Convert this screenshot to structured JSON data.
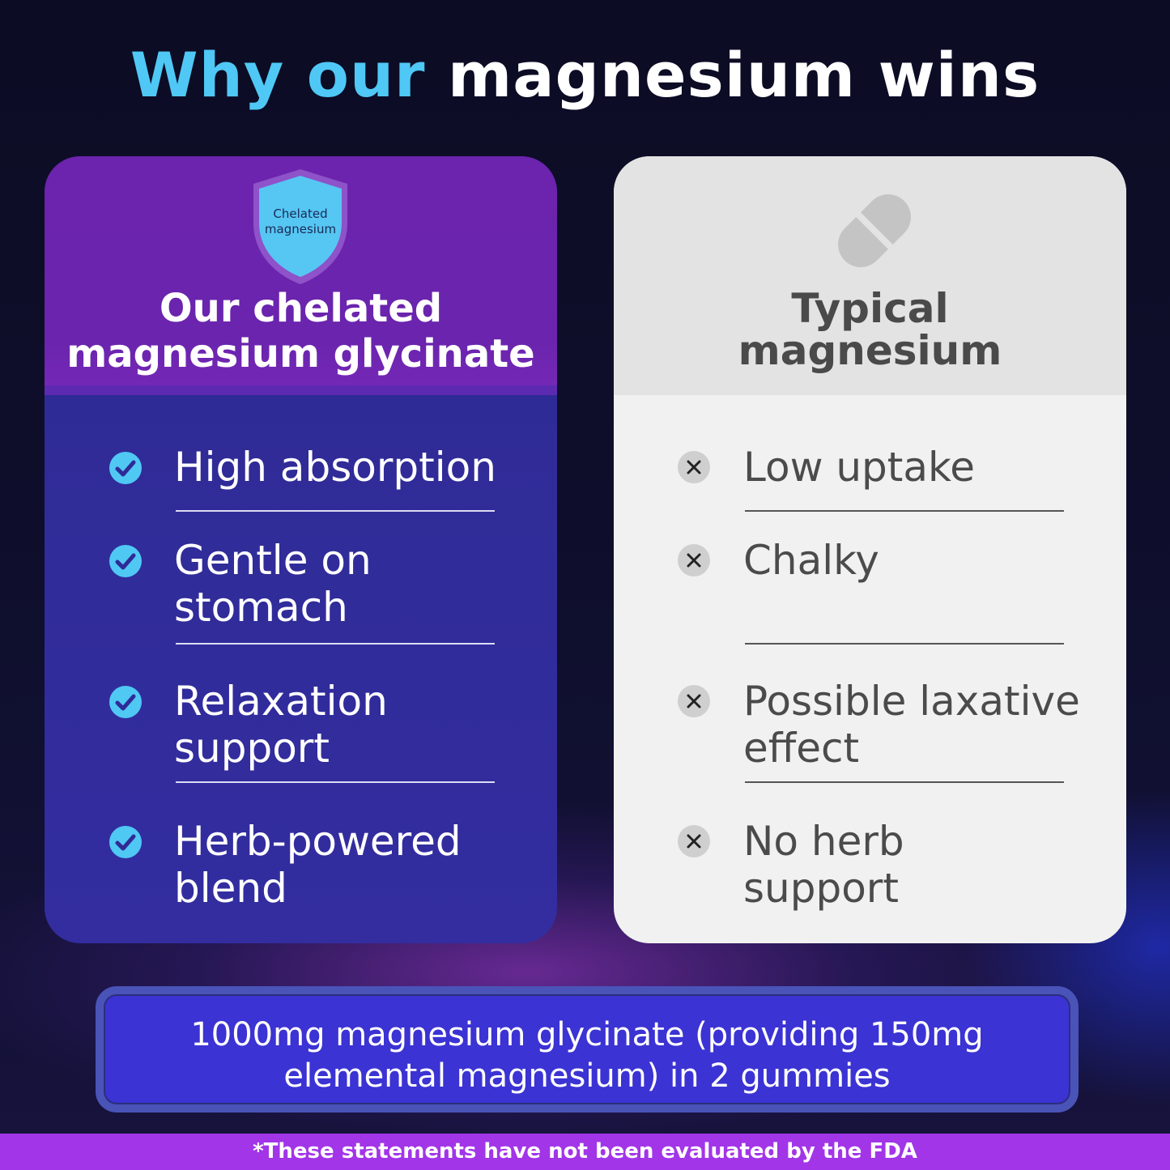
{
  "headline": {
    "part1": "Why our",
    "part2": "magnesium wins"
  },
  "left_card": {
    "badge": "Chelated magnesium",
    "title_line1": "Our chelated",
    "title_line2": "magnesium glycinate",
    "items": [
      {
        "line1": "High absorption",
        "line2": ""
      },
      {
        "line1": "Gentle on",
        "line2": "stomach"
      },
      {
        "line1": "Relaxation",
        "line2": "support"
      },
      {
        "line1": "Herb-powered",
        "line2": "blend"
      }
    ]
  },
  "right_card": {
    "title_line1": "Typical",
    "title_line2": "magnesium",
    "items": [
      {
        "line1": "Low uptake",
        "line2": ""
      },
      {
        "line1": "Chalky",
        "line2": ""
      },
      {
        "line1": "Possible laxative",
        "line2": "effect"
      },
      {
        "line1": "No herb",
        "line2": "support"
      }
    ]
  },
  "footer": {
    "line1": "1000mg magnesium glycinate (providing 150mg",
    "line2": "elemental magnesium) in 2 gummies"
  },
  "disclaimer": "*These statements have not been evaluated by the FDA",
  "colors": {
    "accent_cyan": "#4fc8f5",
    "left_card_purple": "#6c23ad",
    "left_card_body": "#2f2b96",
    "right_card_body": "#f1f1f1",
    "footer_box": "#3b33d3",
    "disclaimer_bar": "#a235e8"
  },
  "icons": {
    "badge": "shield-icon",
    "typical": "capsule-pill-icon",
    "positive": "check-circle-icon",
    "negative": "x-circle-icon"
  }
}
